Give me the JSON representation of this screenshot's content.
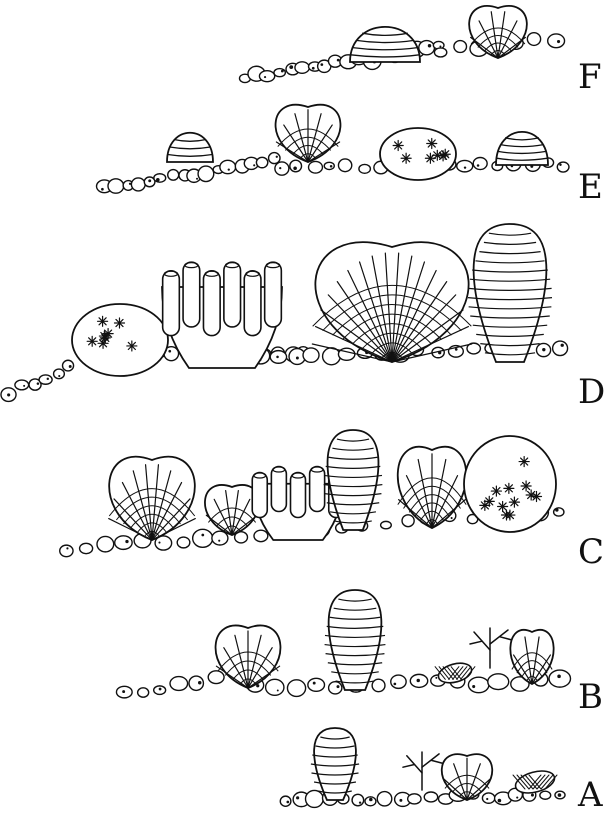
{
  "figure": {
    "line_color": "#111111",
    "background": "#ffffff",
    "panels": [
      {
        "label": "F",
        "elements": [
          "pebble-rubble",
          "ribbed-bivalve-shell",
          "radial-bivalve-shell"
        ]
      },
      {
        "label": "E",
        "elements": [
          "pebble-rubble",
          "ribbed-bivalve-shell",
          "radial-bivalve-shell",
          "star-coral-colony",
          "ribbed-bivalve-shell"
        ]
      },
      {
        "label": "D",
        "elements": [
          "pebble-rubble",
          "star-coral-colony",
          "tube-sponge",
          "large-radial-bivalve-shell",
          "ribbed-oyster-shell"
        ]
      },
      {
        "label": "C",
        "elements": [
          "pebble-rubble",
          "radial-bivalve-shell",
          "radial-bivalve-shell",
          "tube-sponge",
          "ribbed-oyster-shell",
          "radial-bivalve-shell",
          "star-coral-colony"
        ]
      },
      {
        "label": "B",
        "elements": [
          "pebble-rubble",
          "radial-bivalve-shell",
          "ribbed-oyster-shell",
          "bryozoan-fragment",
          "branching-coral",
          "radial-bivalve-shell"
        ]
      },
      {
        "label": "A",
        "elements": [
          "pebble-rubble",
          "ribbed-oyster-shell",
          "branching-coral",
          "radial-bivalve-shell",
          "bryozoan-fragment"
        ]
      }
    ]
  }
}
